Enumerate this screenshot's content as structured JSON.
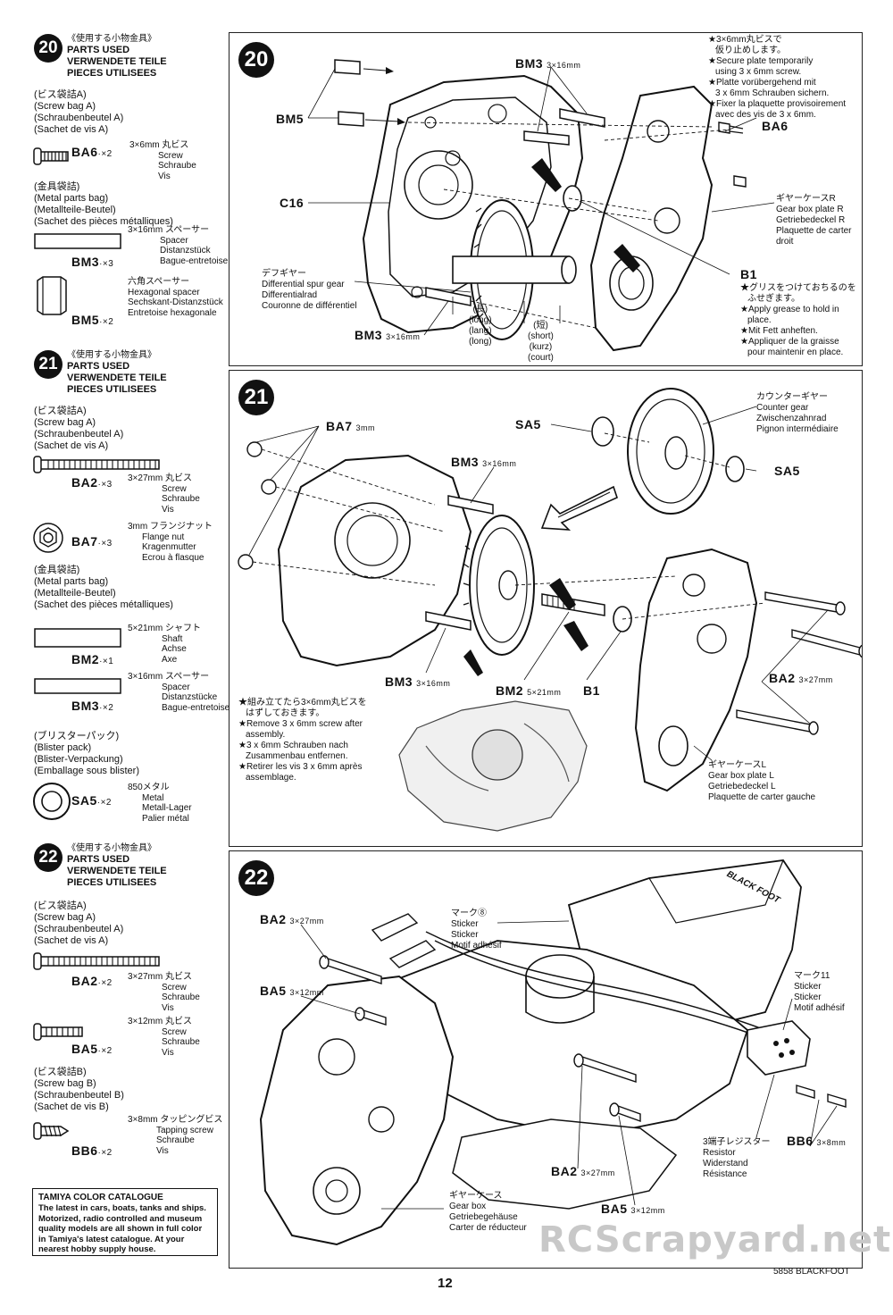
{
  "left": {
    "s20": {
      "step": "20",
      "jp": "《使用する小物金具》",
      "parts_used": "PARTS USED",
      "verwendete": "VERWENDETE TEILE",
      "pieces": "PIECES UTILISEES",
      "bag_a_jp": "(ビス袋詰A)",
      "bag_a_en": "(Screw bag A)",
      "bag_a_de": "(Schraubenbeutel A)",
      "bag_a_fr": "(Sachet de vis A)",
      "ba6_code": "BA6",
      "ba6_qty": "·×2",
      "ba6_desc": [
        "3×6mm 丸ビス",
        "Screw",
        "Schraube",
        "Vis"
      ],
      "metal_jp": "(金具袋詰)",
      "metal_en": "(Metal parts bag)",
      "metal_de": "(Metallteile-Beutel)",
      "metal_fr": "(Sachet des pièces métalliques)",
      "bm3_code": "BM3",
      "bm3_qty": "·×3",
      "bm3_desc": [
        "3×16mm スペーサー",
        "Spacer",
        "Distanzstück",
        "Bague-entretoise"
      ],
      "bm5_code": "BM5",
      "bm5_qty": "·×2",
      "bm5_desc": [
        "六角スペーサー",
        "Hexagonal spacer",
        "Sechskant-Distanzstück",
        "Entretoise hexagonale"
      ]
    },
    "s21": {
      "step": "21",
      "jp": "《使用する小物金具》",
      "parts_used": "PARTS USED",
      "verwendete": "VERWENDETE TEILE",
      "pieces": "PIECES UTILISEES",
      "bag_a_jp": "(ビス袋詰A)",
      "bag_a_en": "(Screw bag A)",
      "bag_a_de": "(Schraubenbeutel A)",
      "bag_a_fr": "(Sachet de vis A)",
      "ba2_code": "BA2",
      "ba2_qty": "·×3",
      "ba2_desc": [
        "3×27mm 丸ビス",
        "Screw",
        "Schraube",
        "Vis"
      ],
      "ba7_code": "BA7",
      "ba7_qty": "·×3",
      "ba7_desc": [
        "3mm フランジナット",
        "Flange nut",
        "Kragenmutter",
        "Ecrou à flasque"
      ],
      "metal_jp": "(金具袋詰)",
      "metal_en": "(Metal parts bag)",
      "metal_de": "(Metallteile-Beutel)",
      "metal_fr": "(Sachet des pièces métalliques)",
      "bm2_code": "BM2",
      "bm2_qty": "·×1",
      "bm2_desc": [
        "5×21mm シャフト",
        "Shaft",
        "Achse",
        "Axe"
      ],
      "bm3_code": "BM3",
      "bm3_qty": "·×2",
      "bm3_desc": [
        "3×16mm スペーサー",
        "Spacer",
        "Distanzstücke",
        "Bague-entretoise"
      ],
      "blister_jp": "(ブリスターパック)",
      "blister_en": "(Blister pack)",
      "blister_de": "(Blister-Verpackung)",
      "blister_fr": "(Emballage sous blister)",
      "sa5_code": "SA5",
      "sa5_qty": "·×2",
      "sa5_desc": [
        "850メタル",
        "Metal",
        "Metall-Lager",
        "Palier métal"
      ]
    },
    "s22": {
      "step": "22",
      "jp": "《使用する小物金具》",
      "parts_used": "PARTS USED",
      "verwendete": "VERWENDETE TEILE",
      "pieces": "PIECES UTILISEES",
      "bag_a_jp": "(ビス袋詰A)",
      "bag_a_en": "(Screw bag A)",
      "bag_a_de": "(Schraubenbeutel A)",
      "bag_a_fr": "(Sachet de vis A)",
      "ba2_code": "BA2",
      "ba2_qty": "·×2",
      "ba2_desc": [
        "3×27mm 丸ビス",
        "Screw",
        "Schraube",
        "Vis"
      ],
      "ba5_code": "BA5",
      "ba5_qty": "·×2",
      "ba5_desc": [
        "3×12mm 丸ビス",
        "Screw",
        "Schraube",
        "Vis"
      ],
      "bag_b_jp": "(ビス袋詰B)",
      "bag_b_en": "(Screw bag B)",
      "bag_b_de": "(Schraubenbeutel B)",
      "bag_b_fr": "(Sachet de vis B)",
      "bb6_code": "BB6",
      "bb6_qty": "·×2",
      "bb6_desc": [
        "3×8mm タッピングビス",
        "Tapping screw",
        "Schraube",
        "Vis"
      ]
    },
    "catalogue": {
      "title": "TAMIYA COLOR CATALOGUE",
      "body": "The latest in cars, boats, tanks and ships. Motorized, radio controlled and museum quality models are all shown in full color in Tamiya's latest catalogue. At your nearest hobby supply house."
    }
  },
  "p20": {
    "step": "20",
    "bm3_top": "BM3",
    "bm3_top_dim": "3×16mm",
    "bm5": "BM5",
    "c16": "C16",
    "diff_jp": "デフギヤー",
    "diff_en": "Differential spur gear",
    "diff_de": "Differentialrad",
    "diff_fr": "Couronne de différentiel",
    "bm3_bottom": "BM3",
    "bm3_bottom_dim": "3×16mm",
    "long_jp": "(長)",
    "long_en": "(long)",
    "long_de": "(lang)",
    "long_fr": "(long)",
    "short_jp": "(短)",
    "short_en": "(short)",
    "short_de": "(kurz)",
    "short_fr": "(court)",
    "note1": [
      "★3×6mm丸ビスで",
      "仮り止めします。",
      "★Secure plate temporarily",
      "using 3 x 6mm screw.",
      "★Platte vorübergehend mit",
      "3 x 6mm Schrauben sichern.",
      "★Fixer la plaquette provisoirement",
      "avec des vis de 3 x 6mm."
    ],
    "ba6": "BA6",
    "gbr_jp": "ギヤーケースR",
    "gbr_en": "Gear box plate R",
    "gbr_de": "Getriebedeckel R",
    "gbr_fr1": "Plaquette de carter",
    "gbr_fr2": "droit",
    "b1": "B1",
    "grease": [
      "★グリスをつけておちるのを",
      "ふせぎます。",
      "★Apply grease to hold in",
      "place.",
      "★Mit Fett anheften.",
      "★Appliquer de la graisse",
      "pour maintenir en place."
    ]
  },
  "p21": {
    "step": "21",
    "ba7": "BA7",
    "ba7_dim": "3mm",
    "sa5_a": "SA5",
    "sa5_b": "SA5",
    "cg_jp": "カウンターギヤー",
    "cg_en": "Counter gear",
    "cg_de": "Zwischenzahnrad",
    "cg_fr": "Pignon intermédiaire",
    "bm3_top": "BM3",
    "bm3_top_dim": "3×16mm",
    "bm3_bottom": "BM3",
    "bm3_bottom_dim": "3×16mm",
    "bm2": "BM2",
    "bm2_dim": "5×21mm",
    "b1": "B1",
    "ba2": "BA2",
    "ba2_dim": "3×27mm",
    "note": [
      "★組み立てたら3×6mm丸ビスを",
      "はずしておきます。",
      "★Remove 3 x 6mm screw after",
      "assembly.",
      "★3 x 6mm Schrauben nach",
      "Zusammenbau entfernen.",
      "★Retirer les vis 3 x 6mm après",
      "assemblage."
    ],
    "gbl_jp": "ギヤーケースL",
    "gbl_en": "Gear box plate L",
    "gbl_de": "Getriebedeckel L",
    "gbl_fr": "Plaquette de carter gauche"
  },
  "p22": {
    "step": "22",
    "ba2_top": "BA2",
    "ba2_top_dim": "3×27mm",
    "ba5_top": "BA5",
    "ba5_top_dim": "3×12mm",
    "s8_jp": "マーク⑧",
    "s8_en": "Sticker",
    "s8_de": "Sticker",
    "s8_fr": "Motif adhésif",
    "s11_jp": "マーク11",
    "s11_en": "Sticker",
    "s11_de": "Sticker",
    "s11_fr": "Motif adhésif",
    "res_jp": "3端子レジスター",
    "res_en": "Resistor",
    "res_de": "Widerstand",
    "res_fr": "Résistance",
    "bb6": "BB6",
    "bb6_dim": "3×8mm",
    "ba2_bottom": "BA2",
    "ba2_bottom_dim": "3×27mm",
    "ba5_bottom": "BA5",
    "ba5_bottom_dim": "3×12mm",
    "gb_jp": "ギヤーケース",
    "gb_en": "Gear box",
    "gb_de": "Getriebegehäuse",
    "gb_fr": "Carter de réducteur",
    "decal_text": "BLACK FOOT"
  },
  "footer": {
    "page": "12",
    "model": "5858 BLACKFOOT",
    "watermark": "RCScrapyard.net"
  }
}
